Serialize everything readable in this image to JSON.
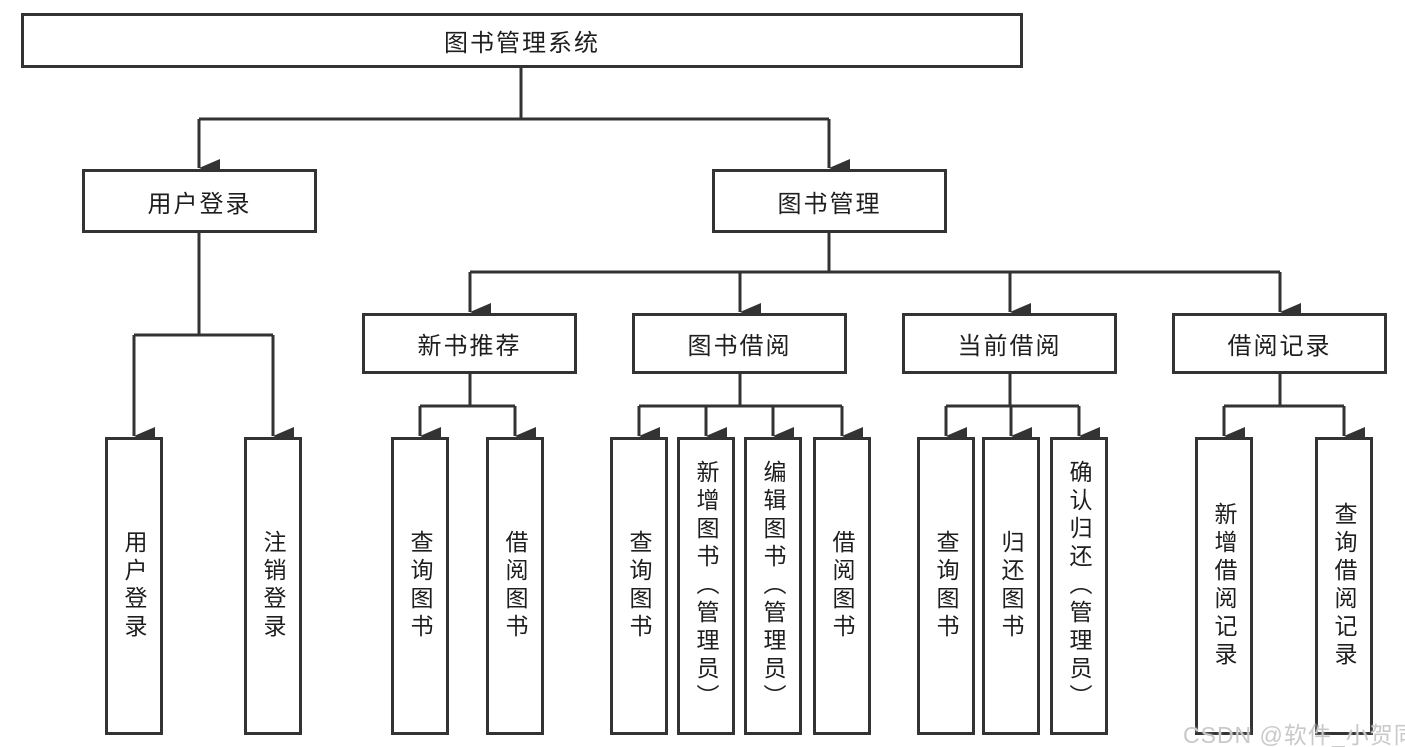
{
  "tree": {
    "root": {
      "label": "图书管理系统"
    },
    "user_login": {
      "label": "用户登录",
      "leaves": [
        "用户登录",
        "注销登录"
      ]
    },
    "book_management": {
      "label": "图书管理",
      "new_book_recommend": {
        "label": "新书推荐",
        "leaves": [
          "查询图书",
          "借阅图书"
        ]
      },
      "book_borrow": {
        "label": "图书借阅",
        "leaves": [
          "查询图书",
          "新增图书（管理员）",
          "编辑图书（管理员）",
          "借阅图书"
        ]
      },
      "current_borrow": {
        "label": "当前借阅",
        "leaves": [
          "查询图书",
          "归还图书",
          "确认归还（管理员）"
        ]
      },
      "borrow_record": {
        "label": "借阅记录",
        "leaves": [
          "新增借阅记录",
          "查询借阅记录"
        ]
      }
    }
  },
  "watermark": {
    "text": "CSDN @软件_小贺同学"
  },
  "colors": {
    "line": "#333333",
    "box_fill": "#ffffff",
    "text": "#1e1e1e",
    "watermark": "#c9c9c9",
    "background": "#ffffff"
  }
}
